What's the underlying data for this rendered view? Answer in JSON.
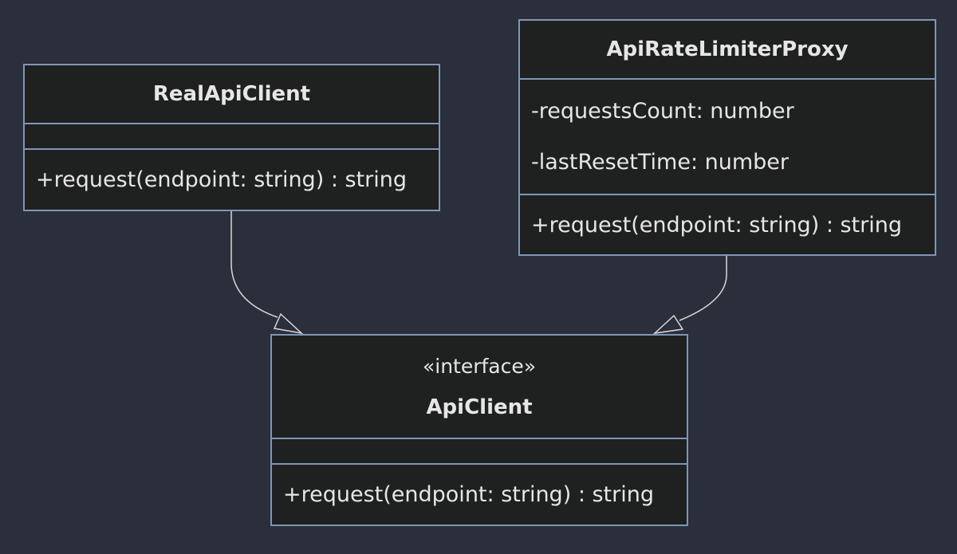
{
  "diagram": {
    "classes": {
      "real_api_client": {
        "name": "RealApiClient",
        "attributes": [],
        "methods": [
          "+request(endpoint: string) : string"
        ]
      },
      "api_rate_limiter_proxy": {
        "name": "ApiRateLimiterProxy",
        "attributes": [
          "-requestsCount: number",
          "-lastResetTime: number"
        ],
        "methods": [
          "+request(endpoint: string) : string"
        ]
      },
      "api_client": {
        "stereotype": "«interface»",
        "name": "ApiClient",
        "attributes": [],
        "methods": [
          "+request(endpoint: string) : string"
        ]
      }
    },
    "relations": [
      {
        "from": "RealApiClient",
        "to": "ApiClient",
        "type": "realization"
      },
      {
        "from": "ApiRateLimiterProxy",
        "to": "ApiClient",
        "type": "realization"
      }
    ],
    "colors": {
      "background": "#2b2f3b",
      "box_fill": "#1f2020",
      "box_border": "#7e97b4",
      "text": "#e6e6e6",
      "edge": "#d9d9d9"
    }
  }
}
